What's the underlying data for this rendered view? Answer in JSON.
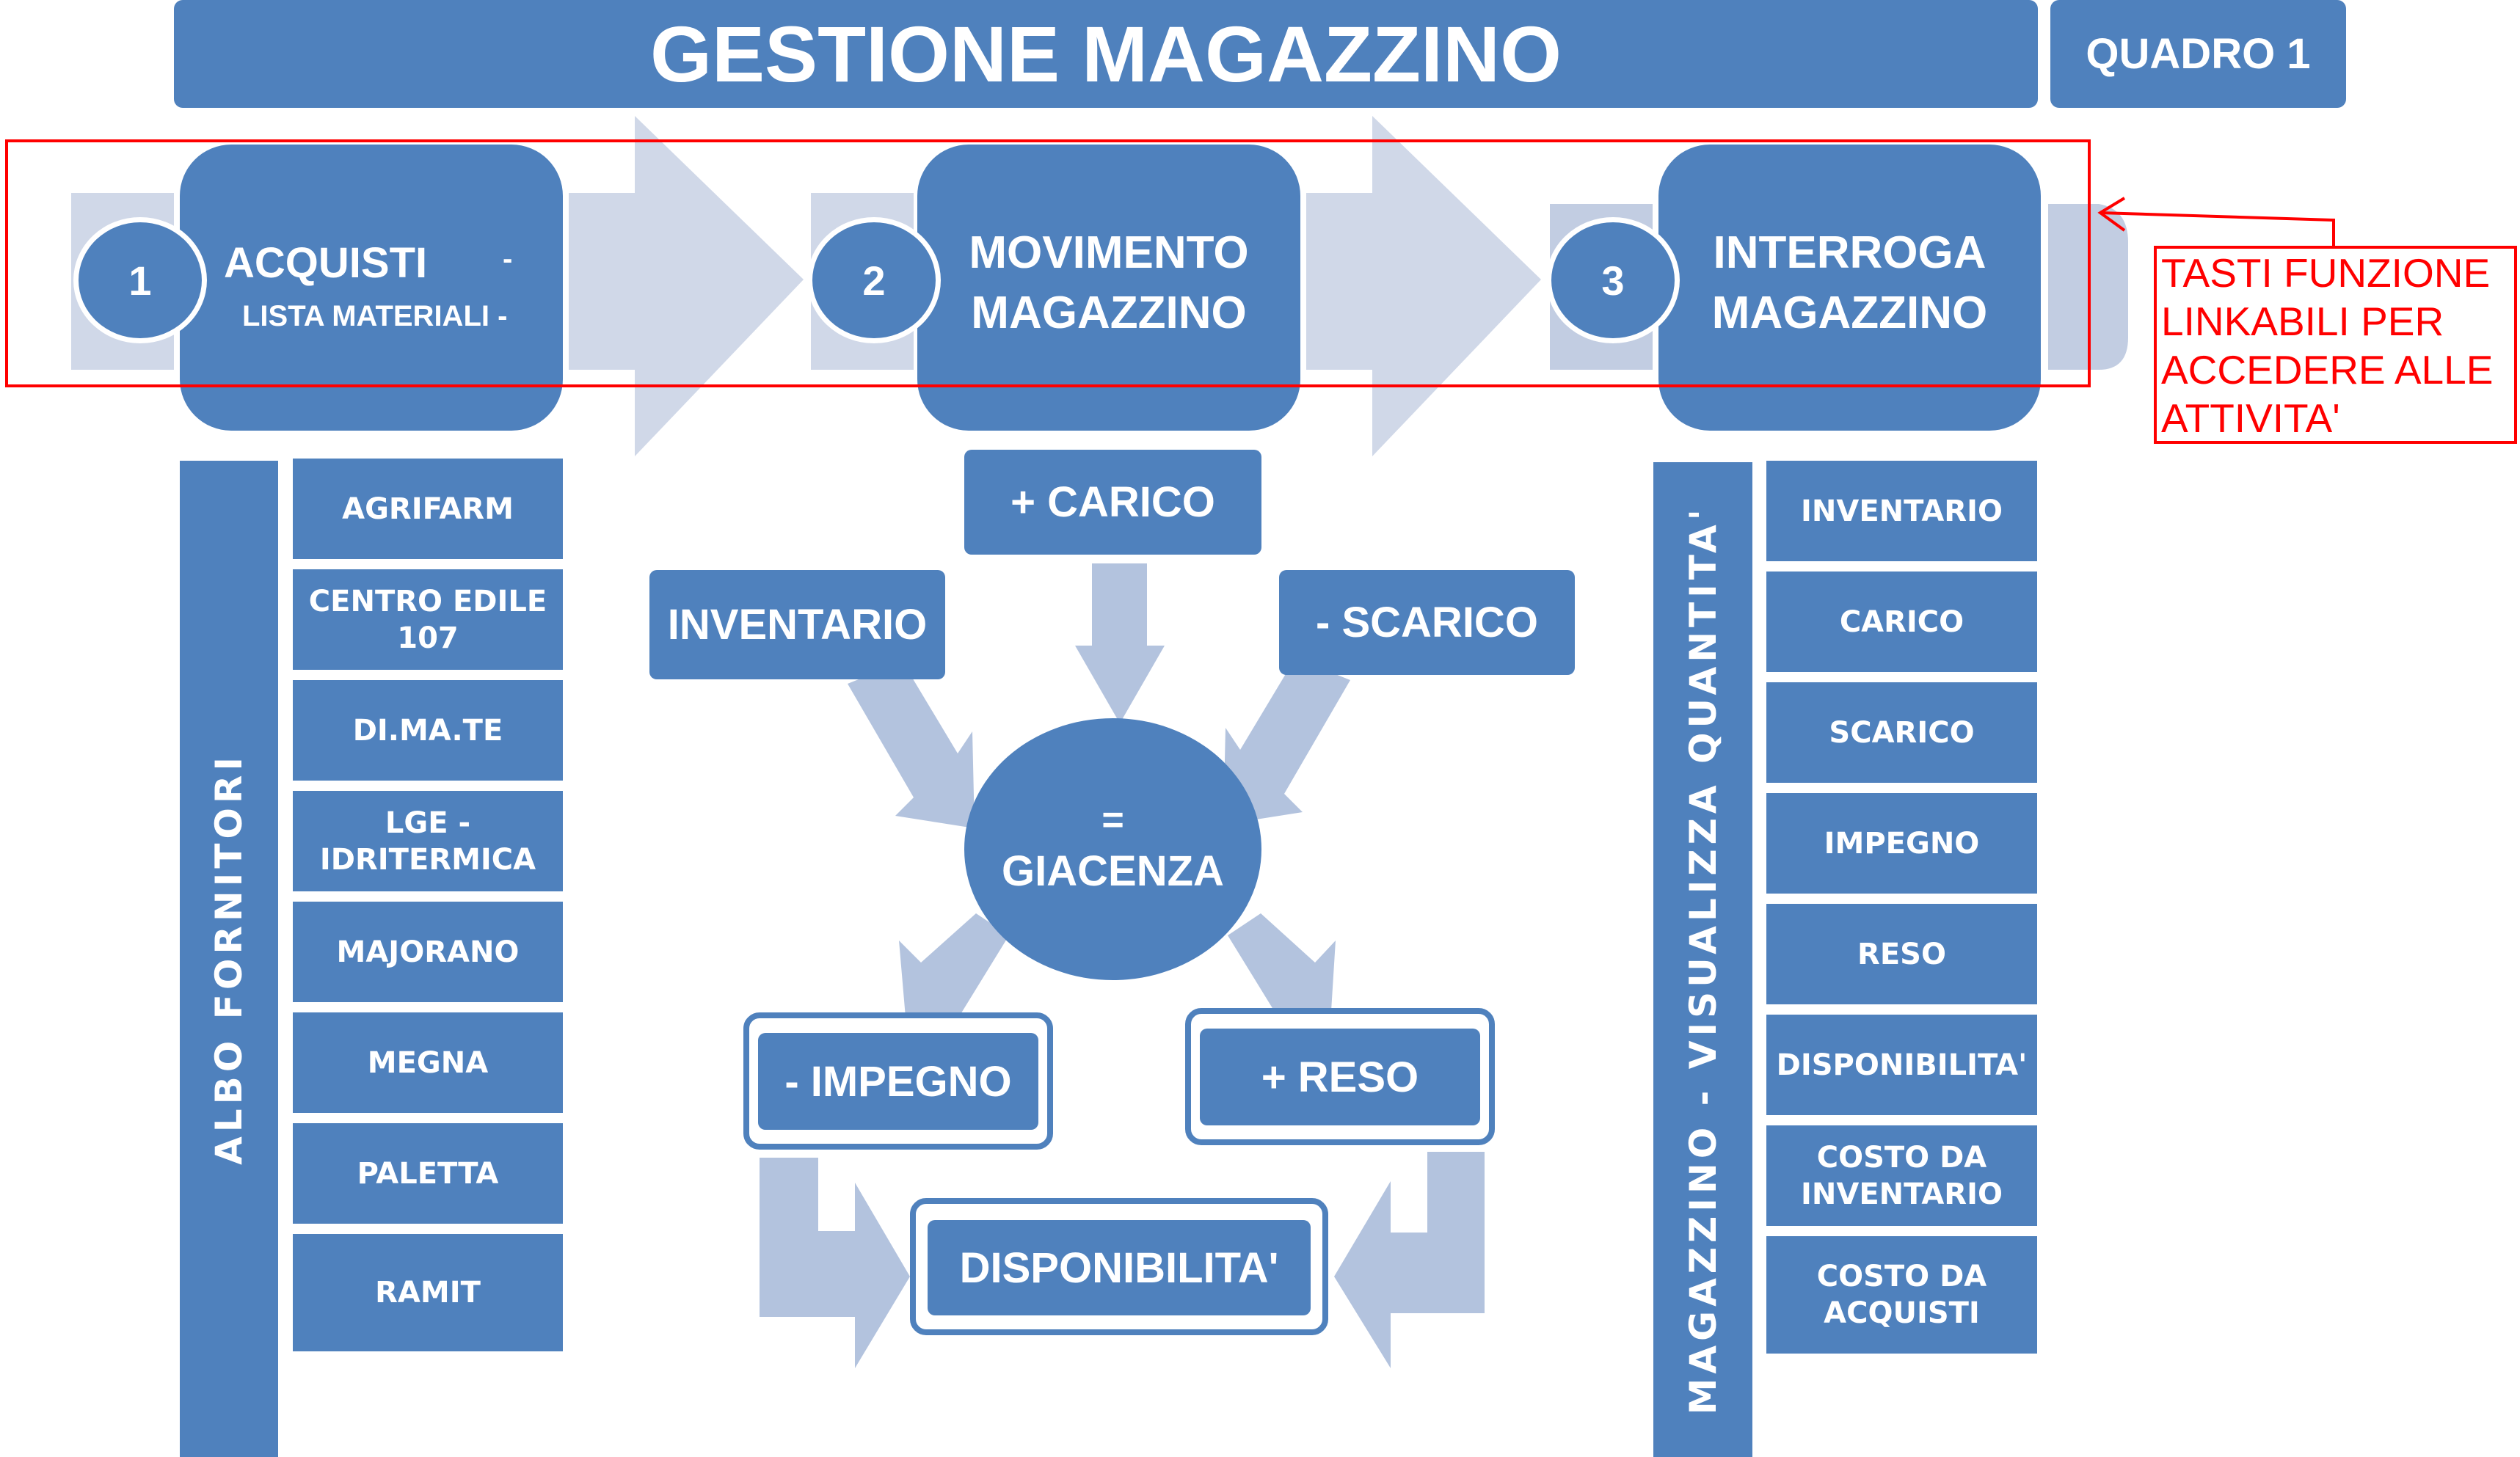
{
  "header": {
    "title": "GESTIONE MAGAZZINO",
    "panel_label": "QUADRO 1"
  },
  "steps": [
    {
      "number": "1",
      "title": "ACQUISTI",
      "dash": "-",
      "subtitle": "LISTA MATERIALI -"
    },
    {
      "number": "2",
      "title": "MOVIMENTO",
      "subtitle": "MAGAZZINO"
    },
    {
      "number": "3",
      "title": "INTERROGA",
      "subtitle": "MAGAZZINO"
    }
  ],
  "annotation": {
    "text": "TASTI FUNZIONE\nLINKABILI PER\nACCEDERE ALLE\nATTIVITA'"
  },
  "suppliers": {
    "label": "ALBO  FORNITORI",
    "items": [
      "AGRIFARM",
      "CENTRO EDILE 107",
      "DI.MA.TE",
      "LGE - IDRITERMICA",
      "MAJORANO",
      "MEGNA",
      "PALETTA",
      "RAMIT"
    ]
  },
  "warehouse_view": {
    "label": "MAGAZZINO  -  VISUALIZZA QUANTITA'",
    "items": [
      "INVENTARIO",
      "CARICO",
      "SCARICO",
      "IMPEGNO",
      "RESO",
      "DISPONIBILITA'",
      "COSTO  DA\nINVENTARIO",
      "COSTO  DA\nACQUISTI"
    ]
  },
  "flow": {
    "carico": "+ CARICO",
    "inventario": "INVENTARIO",
    "scarico": "- SCARICO",
    "giacenza_eq": "=",
    "giacenza": "GIACENZA",
    "impegno": "- IMPEGNO",
    "reso": "+ RESO",
    "disponibilita": "DISPONIBILITA'"
  },
  "colors": {
    "primary": "#4f81bd",
    "arrow": "#b3c3de",
    "connector": "#d0d8e8",
    "annotation": "#ff0000"
  }
}
